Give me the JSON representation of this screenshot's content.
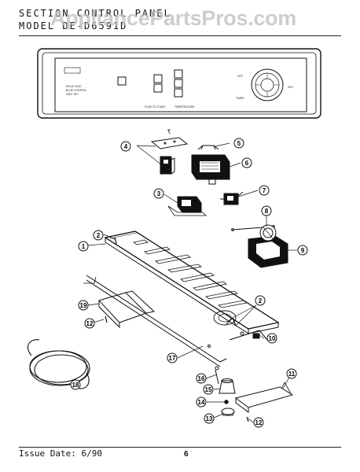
{
  "header": {
    "section_line": "SECTION  CONTROL PANEL",
    "model_line": "MODEL  DE-D6591D",
    "watermark": "AppliancePartsPros.com"
  },
  "footer": {
    "issue_date": "Issue Date: 6/90",
    "page_number": "6"
  },
  "callouts": [
    "1",
    "2",
    "2",
    "3",
    "4",
    "5",
    "6",
    "7",
    "8",
    "9",
    "10",
    "11",
    "12",
    "12",
    "13",
    "14",
    "15",
    "16",
    "17",
    "18",
    "19"
  ],
  "colors": {
    "ink": "#111111",
    "watermark": "#bfbfbf",
    "paper": "#ffffff"
  }
}
